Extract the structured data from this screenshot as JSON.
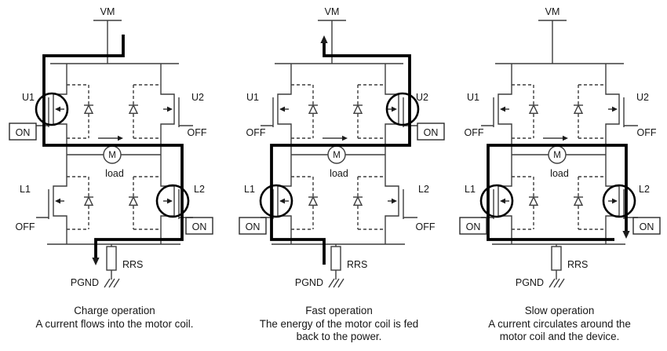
{
  "figure": {
    "colors": {
      "ink": "#1b1b1b",
      "wire": "#3d3d3d",
      "current_path": "#000000",
      "background": "#ffffff"
    },
    "panels": [
      {
        "operation": "charge",
        "vm": "VM",
        "u1": "U1",
        "u2": "U2",
        "l1": "L1",
        "l2": "L2",
        "motor": "M",
        "load": "load",
        "rrs": "RRS",
        "pgnd": "PGND",
        "states": {
          "u1": "ON",
          "u2": "OFF",
          "l1": "OFF",
          "l2": "ON"
        },
        "caption": [
          "Charge operation",
          "A current flows into the motor coil."
        ]
      },
      {
        "operation": "fast",
        "vm": "VM",
        "u1": "U1",
        "u2": "U2",
        "l1": "L1",
        "l2": "L2",
        "motor": "M",
        "load": "load",
        "rrs": "RRS",
        "pgnd": "PGND",
        "states": {
          "u1": "OFF",
          "u2": "ON",
          "l1": "ON",
          "l2": "OFF"
        },
        "caption": [
          "Fast operation",
          "The energy of the motor coil is fed",
          "back to the power."
        ]
      },
      {
        "operation": "slow",
        "vm": "VM",
        "u1": "U1",
        "u2": "U2",
        "l1": "L1",
        "l2": "L2",
        "motor": "M",
        "load": "load",
        "rrs": "RRS",
        "pgnd": "PGND",
        "states": {
          "u1": "OFF",
          "u2": "OFF",
          "l1": "ON",
          "l2": "ON"
        },
        "caption": [
          "Slow operation",
          "A current circulates around the",
          "motor coil and the device."
        ]
      }
    ]
  }
}
